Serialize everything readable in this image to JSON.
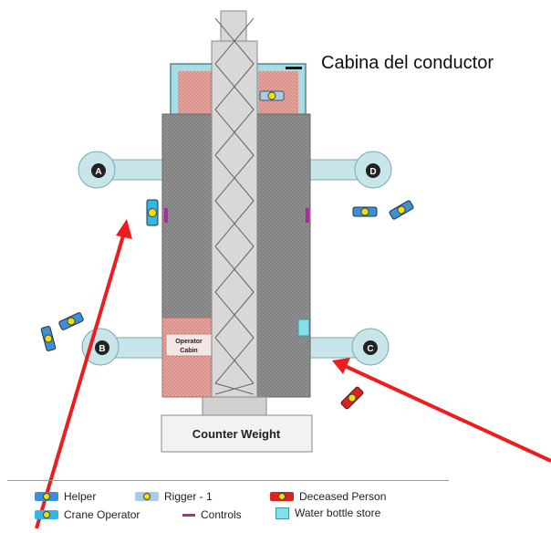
{
  "title_label": "Cabina del conductor",
  "diagram": {
    "cabin_label_line1": "Operator",
    "cabin_label_line2": "Cabin",
    "counter_weight": "Counter Weight",
    "outriggers": [
      {
        "id": "A",
        "label": "A"
      },
      {
        "id": "B",
        "label": "B"
      },
      {
        "id": "C",
        "label": "C"
      },
      {
        "id": "D",
        "label": "D"
      }
    ]
  },
  "legend": {
    "helper": "Helper",
    "rigger": "Rigger - 1",
    "deceased": "Deceased Person",
    "crane_operator": "Crane Operator",
    "controls": "Controls",
    "water": "Water bottle store"
  },
  "colors": {
    "helper": "#3d8fd6",
    "rigger": "#a9cbe6",
    "deceased": "#d8241c",
    "crane_operator": "#33b5e5",
    "controls": "#b0289e",
    "water": "#86dfe7",
    "arrow": "#ee1c1c",
    "outrigger": "#c8e6ea",
    "cab": "#e8a29b",
    "body": "#9a9a9a",
    "boom": "#d8d8d8"
  }
}
